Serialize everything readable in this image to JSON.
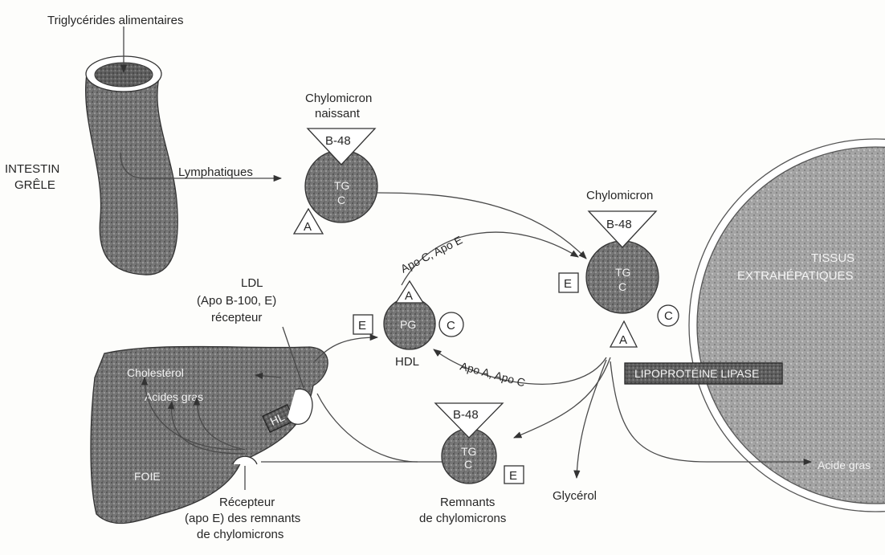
{
  "title_top": "Triglycérides alimentaires",
  "intestine": {
    "line1": "INTESTIN",
    "line2": "GRÊLE"
  },
  "lymphatiques": "Lymphatiques",
  "chylomicron_naissant": {
    "line1": "Chylomicron",
    "line2": "naissant",
    "apo_b": "B-48",
    "core_tg": "TG",
    "core_c": "C",
    "apo_a": "A"
  },
  "chylomicron": {
    "label": "Chylomicron",
    "apo_b": "B-48",
    "core_tg": "TG",
    "core_c": "C",
    "apo_e": "E",
    "apo_c": "C",
    "apo_a": "A"
  },
  "apo_transfer_top": "Apo C, Apo E",
  "apo_transfer_bottom": "Apo A, Apo C",
  "hdl": {
    "label": "HDL",
    "apo_a": "A",
    "apo_e": "E",
    "apo_c": "C",
    "core": "PG"
  },
  "ldl_receptor": {
    "line1": "LDL",
    "line2": "(Apo B-100, E)",
    "line3": "récepteur"
  },
  "liver": {
    "label": "FOIE",
    "cholesterol": "Cholestérol",
    "acides_gras": "Acides gras",
    "hl": "HL"
  },
  "remnant_receptor": {
    "line1": "Récepteur",
    "line2": "(apo E) des remnants",
    "line3": "de chylomicrons"
  },
  "remnants": {
    "line1": "Remnants",
    "line2": "de chylomicrons",
    "apo_b": "B-48",
    "core_tg": "TG",
    "core_c": "C",
    "apo_e": "E"
  },
  "glycerol": "Glycérol",
  "tissues": {
    "line1": "TISSUS",
    "line2": "EXTRAHÉPATIQUES"
  },
  "lipoprotein_lipase": "LIPOPROTÉINE LIPASE",
  "acide_gras": "Acide gras"
}
